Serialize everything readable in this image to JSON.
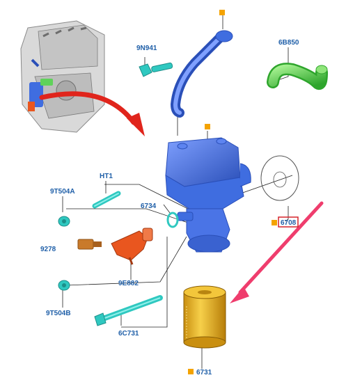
{
  "labels": {
    "oil_cooler_pipe": "9N941",
    "coolant_hose": "6B850",
    "oil_filter_housing_marker": "",
    "plug": "HT1",
    "screw_a": "9T504A",
    "gasket_ring": "6734",
    "sensor": "9278",
    "solenoid": "9E882",
    "screw_b": "9T504B",
    "bolt": "6C731",
    "housing_gasket": "6708",
    "oil_filter": "6731"
  },
  "colors": {
    "label_text": "#1f5fa8",
    "leader": "#222222",
    "blue_part": "#3f6de0",
    "blue_part_dark": "#2a4fb8",
    "green_hose": "#5fd25a",
    "teal_part": "#2fc8c0",
    "orange_part": "#e9561f",
    "amber_sensor": "#c97a2a",
    "filter_yellow": "#e9b21f",
    "red_arrow": "#e0251c",
    "pink_arrow": "#ef3d6d",
    "marker": "#f4a300",
    "highlight_box": "#d6232a"
  },
  "icons": {
    "engine_thumbnail": "engine-block-icon",
    "curved_pointer": "curved-arrow-icon",
    "diagonal_pointer": "arrow-icon"
  }
}
